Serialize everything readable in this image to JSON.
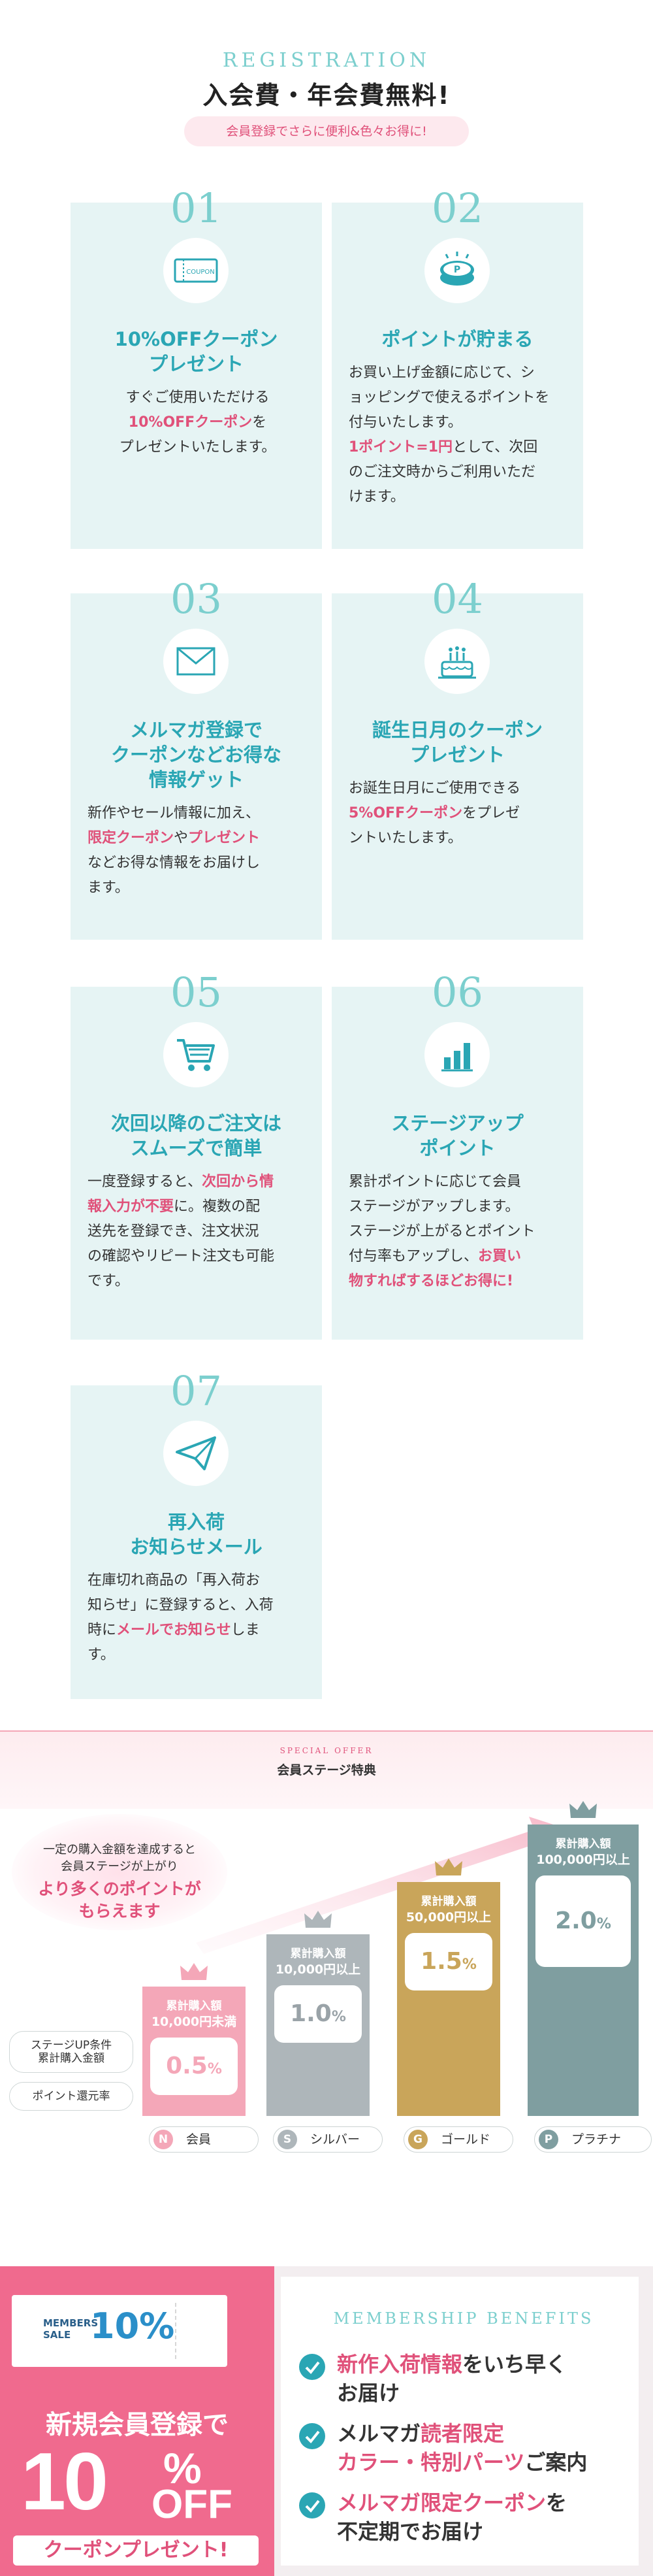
{
  "header": {
    "eng": "REGISTRATION",
    "title": "入会費・年会費無料!",
    "pill": "会員登録でさらに便利&色々お得に!"
  },
  "cards": [
    {
      "num": "01",
      "icon": "coupon-icon",
      "icon_text": "COUPON",
      "title": [
        "10%OFFクーポン",
        "プレゼント"
      ],
      "body": [
        [
          "すぐご使用いただける"
        ],
        [
          "",
          "10%OFFクーポン",
          "を"
        ],
        [
          "プレゼントいたします。"
        ]
      ]
    },
    {
      "num": "02",
      "icon": "point-coin-icon",
      "icon_text": "P",
      "title": [
        "ポイントが貯まる"
      ],
      "body": [
        [
          "お買い上げ金額に応じて、シ"
        ],
        [
          "ョッピングで使えるポイントを"
        ],
        [
          "付与いたします。"
        ],
        [
          "",
          "1ポイント=1円",
          "として、次回"
        ],
        [
          "のご注文時からご利用いただ"
        ],
        [
          "けます。"
        ]
      ]
    },
    {
      "num": "03",
      "icon": "mail-icon",
      "title": [
        "メルマガ登録で",
        "クーポンなどお得な",
        "情報ゲット"
      ],
      "body": [
        [
          "新作やセール情報に加え、"
        ],
        [
          "",
          "限定クーポン",
          "や",
          "プレゼント"
        ],
        [
          "などお得な情報をお届けし"
        ],
        [
          "ます。"
        ]
      ]
    },
    {
      "num": "04",
      "icon": "birthday-cake-icon",
      "title": [
        "誕生日月のクーポン",
        "プレゼント"
      ],
      "body": [
        [
          "お誕生日月にご使用できる"
        ],
        [
          "",
          "5%OFFクーポン",
          "をプレゼ"
        ],
        [
          "ントいたします。"
        ]
      ]
    },
    {
      "num": "05",
      "icon": "cart-icon",
      "title": [
        "次回以降のご注文は",
        "スムーズで簡単"
      ],
      "body": [
        [
          "一度登録すると、",
          "次回から情"
        ],
        [
          "",
          "報入力が不要",
          "に。複数の配"
        ],
        [
          "送先を登録でき、注文状況"
        ],
        [
          "の確認やリピート注文も可能"
        ],
        [
          "です。"
        ]
      ]
    },
    {
      "num": "06",
      "icon": "bar-chart-icon",
      "title": [
        "ステージアップ",
        "ポイント"
      ],
      "body": [
        [
          "累計ポイントに応じて会員"
        ],
        [
          "ステージがアップします。"
        ],
        [
          "ステージが上がるとポイント"
        ],
        [
          "付与率もアップし、",
          "お買い"
        ],
        [
          "",
          "物すればするほどお得に!"
        ]
      ]
    },
    {
      "num": "07",
      "icon": "paper-plane-icon",
      "title": [
        "再入荷",
        "お知らせメール"
      ],
      "body": [
        [
          "在庫切れ商品の「再入荷お"
        ],
        [
          "知らせ」に登録すると、入荷"
        ],
        [
          "時に",
          "メールでお知らせ",
          "しま"
        ],
        [
          "す。"
        ]
      ]
    }
  ],
  "special_offer": {
    "eng": "SPECIAL OFFER",
    "title": "会員ステージ特典",
    "bubble_line1": "一定の購入金額を達成すると",
    "bubble_line2": "会員ステージが上がり",
    "bubble_pink1": "より多くのポイントが",
    "bubble_pink2": "もらえます",
    "cond1_a": "ステージUP条件",
    "cond1_b": "累計購入金額",
    "cond2": "ポイント還元率",
    "stages": [
      {
        "letter": "N",
        "name": "会員",
        "header1": "累計購入額",
        "header2": "10,000円未満",
        "rate": "0.5",
        "unit": "%",
        "color": "#f4a7b8",
        "rate_color": "#f4a7b8"
      },
      {
        "letter": "S",
        "name": "シルバー",
        "header1": "累計購入額",
        "header2": "10,000円以上",
        "rate": "1.0",
        "unit": "%",
        "color": "#aeb6ba",
        "rate_color": "#9aa3a8"
      },
      {
        "letter": "G",
        "name": "ゴールド",
        "header1": "累計購入額",
        "header2": "50,000円以上",
        "rate": "1.5",
        "unit": "%",
        "color": "#c9a55a",
        "rate_color": "#c9a55a"
      },
      {
        "letter": "P",
        "name": "プラチナ",
        "header1": "累計購入額",
        "header2": "100,000円以上",
        "rate": "2.0",
        "unit": "%",
        "color": "#7f9ea0",
        "rate_color": "#7f9ea0"
      }
    ]
  },
  "banner": {
    "ticket_label1": "MEMBERS",
    "ticket_label2": "SALE",
    "ticket_percent": "10%",
    "line1": "新規会員登録で",
    "big": "10",
    "pct": "%",
    "off": "OFF",
    "coupon": "クーポンプレゼント!",
    "benefits_title": "MEMBERSHIP BENEFITS",
    "benefits": [
      [
        [
          "新作入荷情報",
          "pink"
        ],
        [
          "をいち早く",
          "dark"
        ],
        [
          "お届け",
          "dark"
        ]
      ],
      [
        [
          "メルマガ",
          "dark"
        ],
        [
          "読者限定",
          "pink"
        ],
        [
          "カラー・特別パーツ",
          "pink"
        ],
        [
          "ご案内",
          "dark"
        ]
      ],
      [
        [
          "メルマガ限定クーポン",
          "pink"
        ],
        [
          "を",
          "dark"
        ],
        [
          "不定期でお届け",
          "dark"
        ]
      ]
    ]
  }
}
